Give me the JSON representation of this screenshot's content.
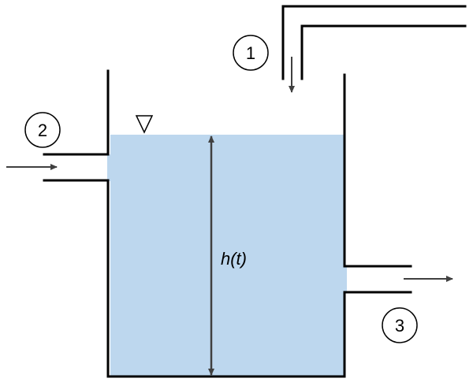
{
  "diagram": {
    "water_color": "#bdd7ee",
    "wall_color": "#000000",
    "arrow_color": "#404040",
    "height_label": "h(t)",
    "free_surface_icon": "inverted-triangle-icon",
    "streams": [
      {
        "id": "inlet-top",
        "label": "1"
      },
      {
        "id": "inlet-left",
        "label": "2"
      },
      {
        "id": "outlet-right",
        "label": "3"
      }
    ]
  }
}
